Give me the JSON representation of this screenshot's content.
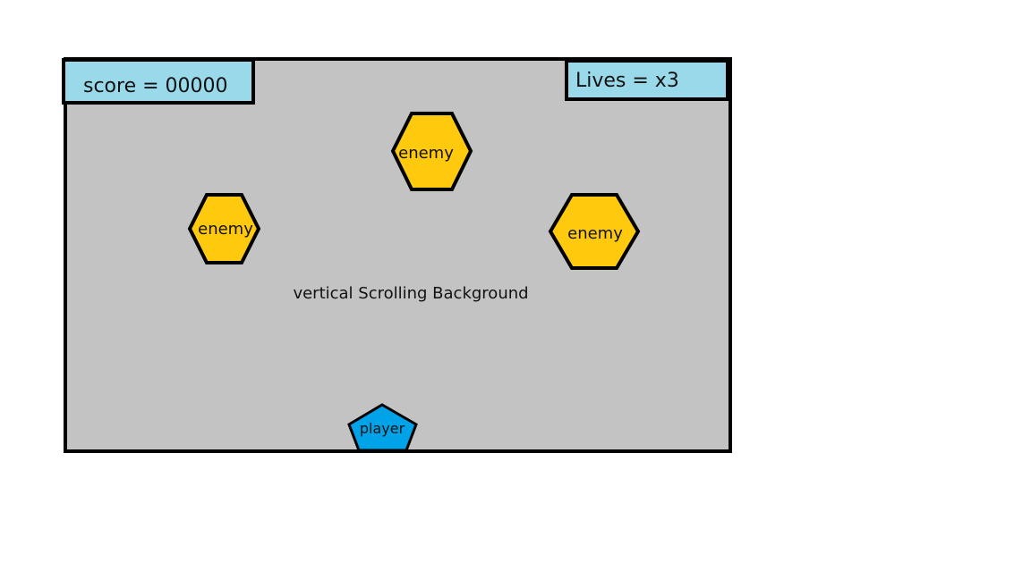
{
  "hud": {
    "score_text": "score = 00000",
    "lives_text": "Lives =  x3"
  },
  "background": {
    "label": "vertical Scrolling Background"
  },
  "enemies": [
    {
      "label": "enemy"
    },
    {
      "label": "enemy"
    },
    {
      "label": "enemy"
    }
  ],
  "player": {
    "label": "player"
  },
  "colors": {
    "playfield": "#c3c3c3",
    "hud_panel": "#99d9ea",
    "enemy": "#ffc90e",
    "player": "#00a2e8",
    "outline": "#000000"
  }
}
